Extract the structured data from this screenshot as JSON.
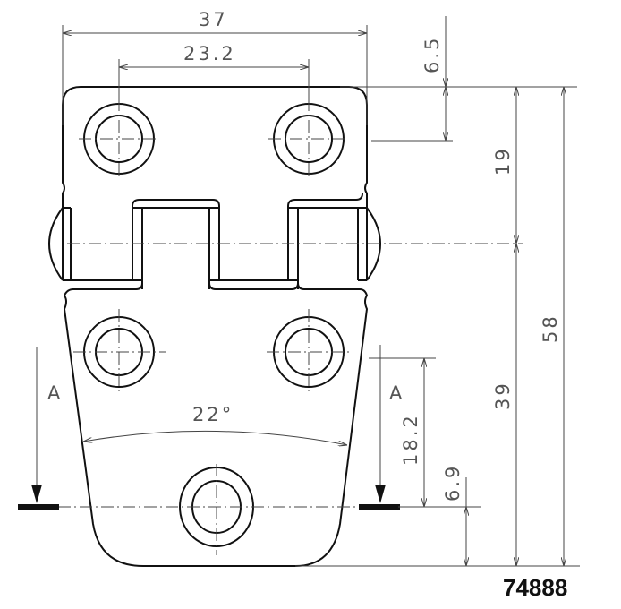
{
  "drawing": {
    "part_number": "74888",
    "dimensions": {
      "overall_width": "37",
      "hole_spacing": "23.2",
      "top_hole_offset": "6.5",
      "upper_leaf_height": "19",
      "overall_height": "58",
      "lower_leaf_height": "39",
      "lower_hole_spacing": "18.2",
      "bottom_hole_offset": "6.9",
      "taper_angle": "22°"
    },
    "section_labels": [
      "A",
      "A"
    ]
  }
}
